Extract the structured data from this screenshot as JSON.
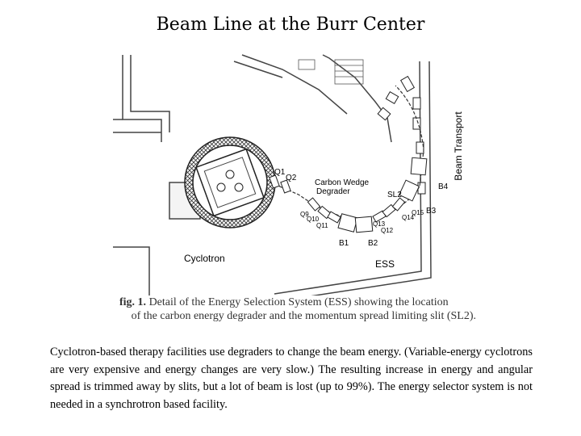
{
  "title": "Beam Line at the Burr Center",
  "figure": {
    "labels": {
      "beam_transport": "Beam Transport",
      "carbon_wedge_1": "Carbon Wedge",
      "carbon_wedge_2": "Degrader",
      "cyclotron": "Cyclotron",
      "ess": "ESS",
      "q1": "Q1",
      "q2": "Q2",
      "sl2": "SL2",
      "b1": "B1",
      "b2": "B2",
      "b3": "B3",
      "b4": "B4",
      "q9": "Q9",
      "q10": "Q10",
      "q11": "Q11",
      "q12": "Q12",
      "q13": "Q13",
      "q14": "Q14",
      "q15": "Q15"
    },
    "caption_prefix": "fig. 1.",
    "caption_line1": "Detail of the Energy Selection System (ESS) showing the location",
    "caption_line2": "of the carbon energy degrader and the momentum spread limiting slit (SL2)."
  },
  "body_text": "Cyclotron-based therapy facilities use degraders to change the beam energy. (Variable-energy cyclotrons are very expensive and energy changes are very slow.) The resulting increase in energy and angular spread is trimmed away by slits, but a lot of beam is lost (up to 99%). The energy selector system is not needed in a synchrotron based facility."
}
